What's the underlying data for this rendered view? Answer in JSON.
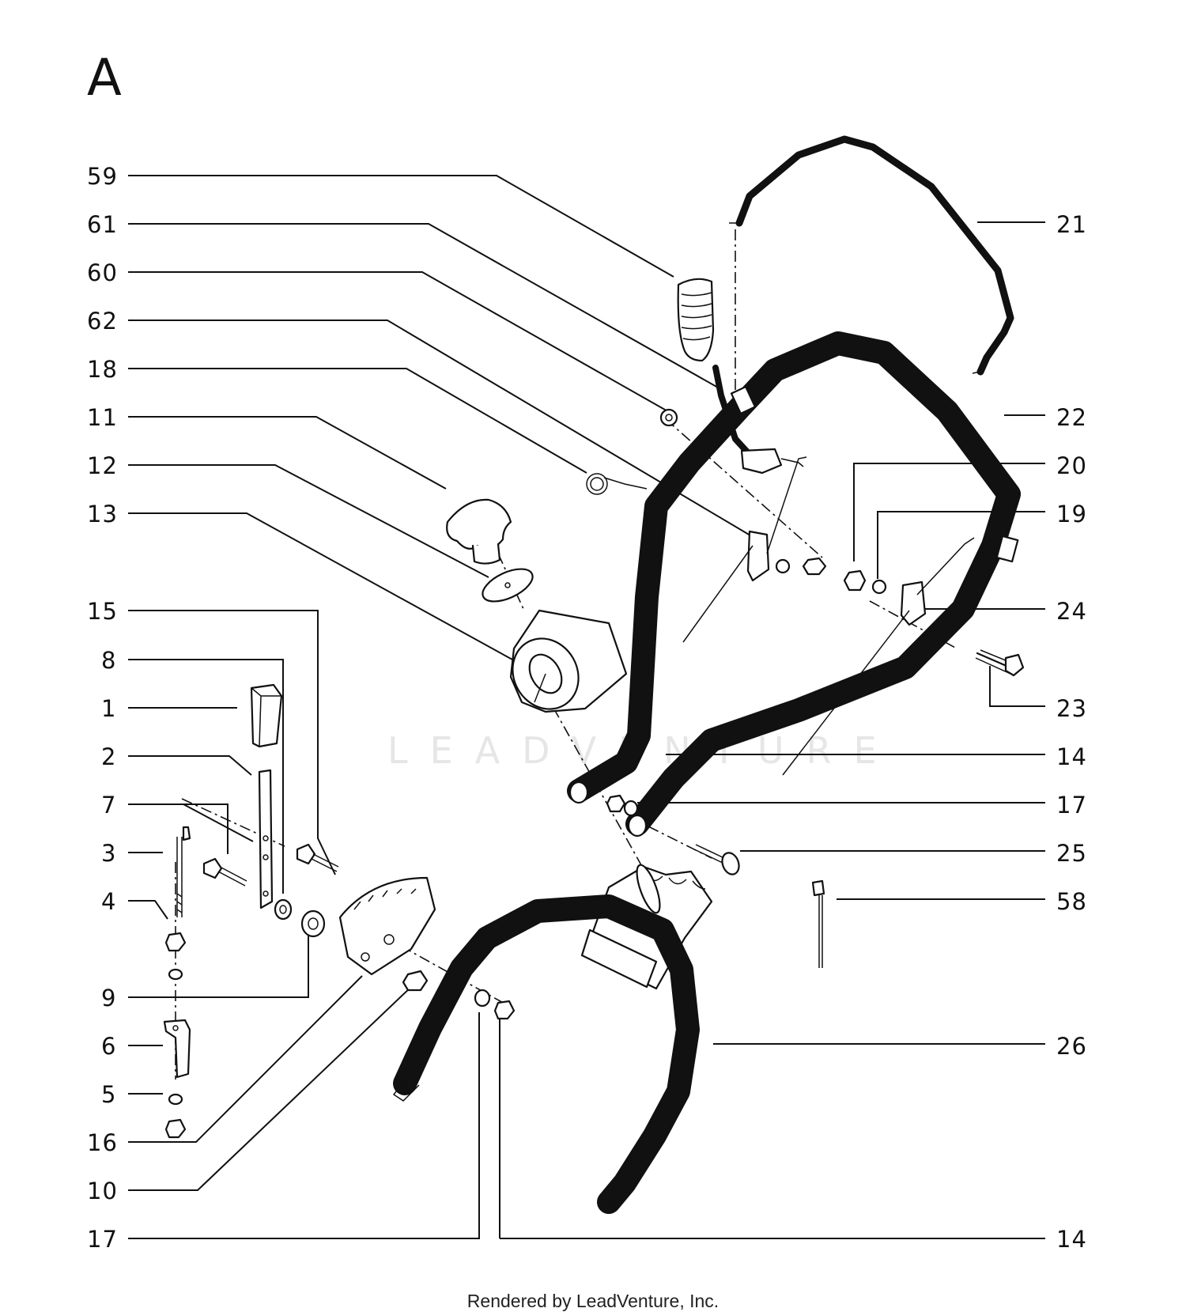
{
  "diagram": {
    "section_letter": "A",
    "watermark": "LEADVENTURE",
    "footer": "Rendered by LeadVenture, Inc.",
    "callouts_left": [
      "59",
      "61",
      "60",
      "62",
      "18",
      "11",
      "12",
      "13",
      "15",
      "8",
      "1",
      "2",
      "7",
      "3",
      "4",
      "9",
      "6",
      "5",
      "16",
      "10",
      "17"
    ],
    "callouts_right": [
      "21",
      "22",
      "20",
      "19",
      "24",
      "23",
      "14",
      "17",
      "25",
      "58",
      "26",
      "14"
    ]
  }
}
